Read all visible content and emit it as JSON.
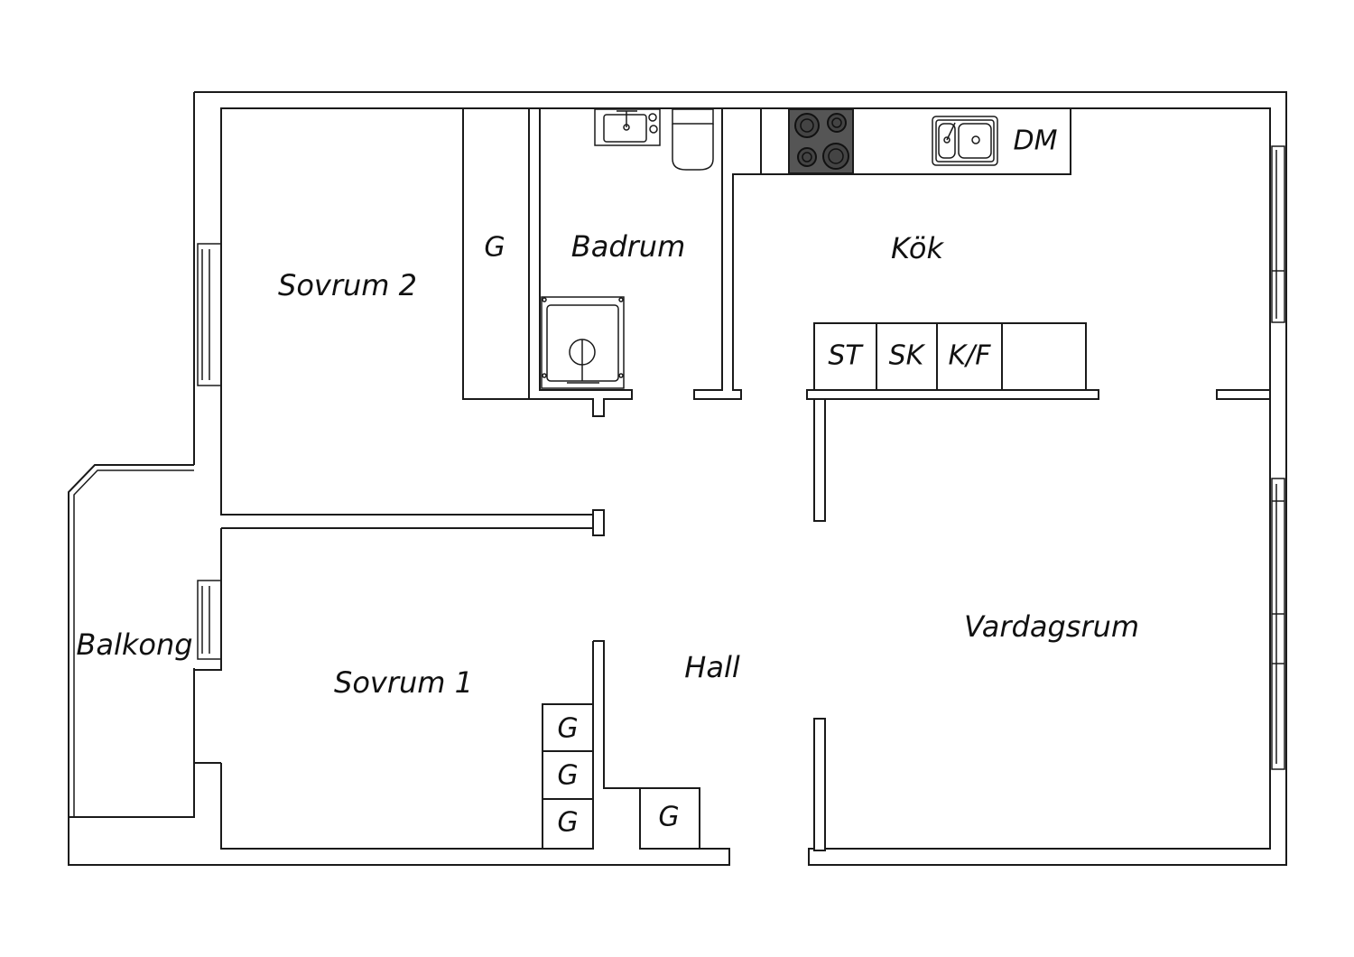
{
  "rooms": {
    "sovrum2": "Sovrum 2",
    "sovrum1": "Sovrum 1",
    "badrum": "Badrum",
    "kok": "Kök",
    "vardagsrum": "Vardagsrum",
    "hall": "Hall",
    "balkong": "Balkong"
  },
  "fixtures": {
    "garderob": "G",
    "diskmaskin": "DM",
    "spis": "ST",
    "skap": "SK",
    "kyl_frys": "K/F"
  },
  "colors": {
    "wall_stroke": "#1a1a1a",
    "cooktop": "#555555",
    "background": "#ffffff"
  }
}
